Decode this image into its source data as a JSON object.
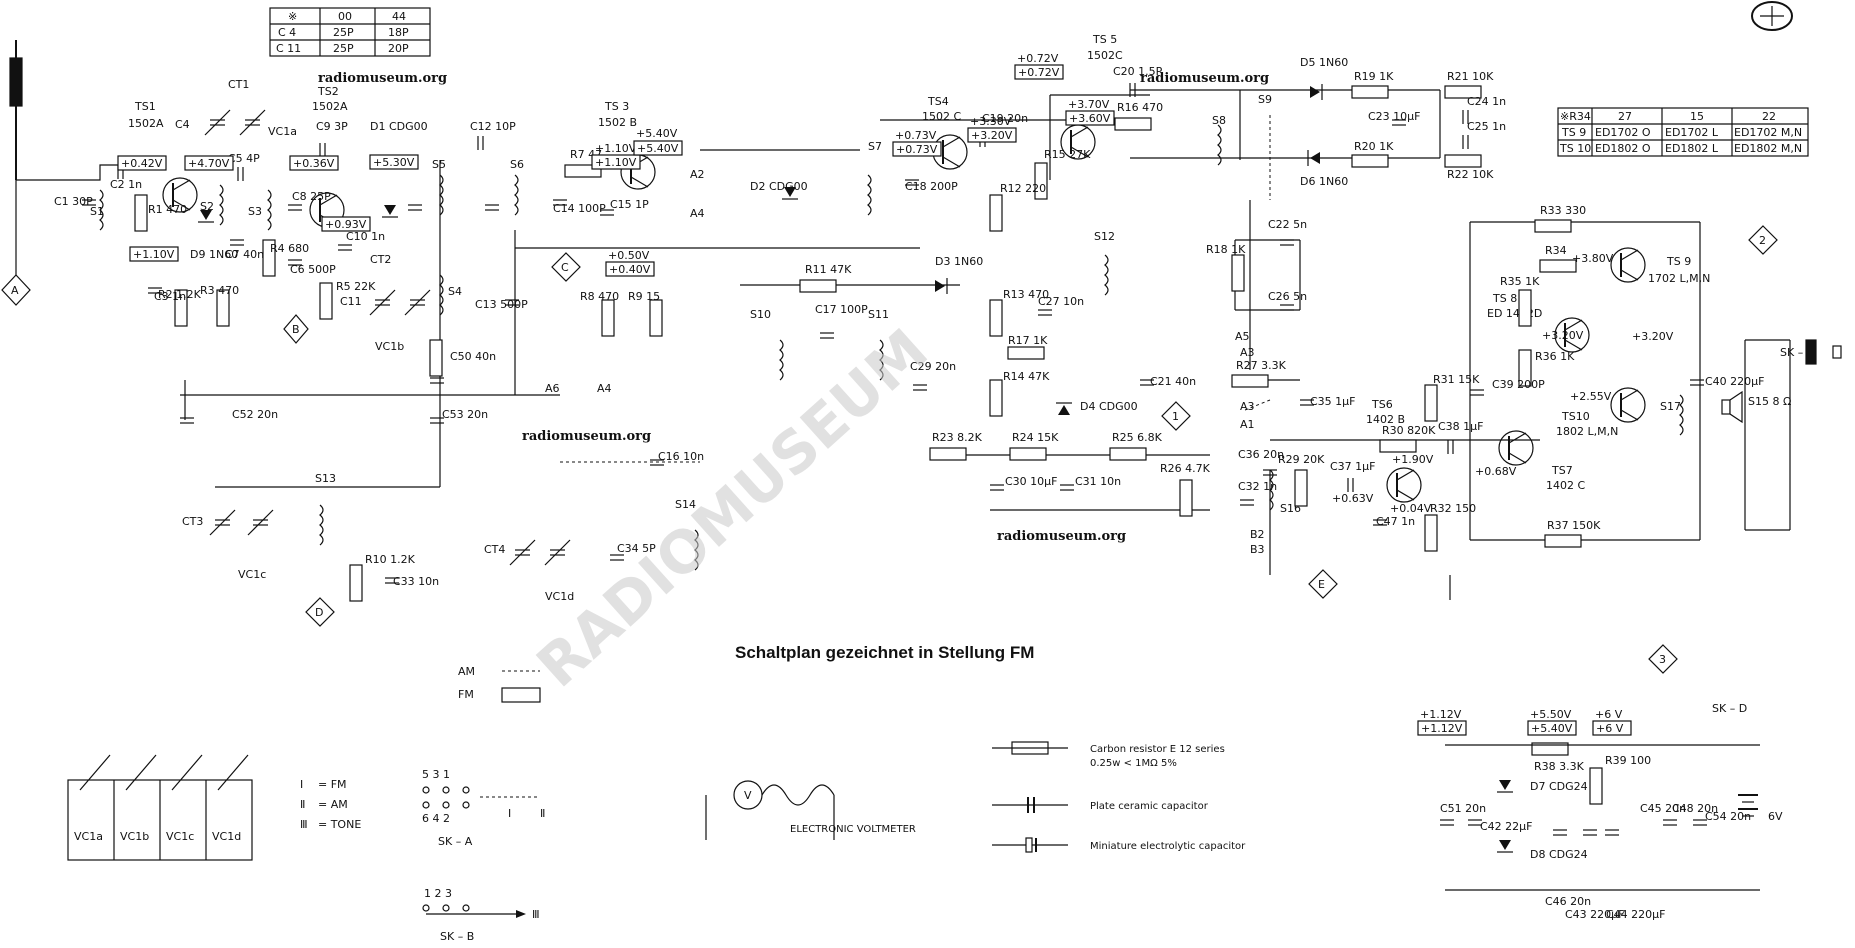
{
  "title": "Schaltplan gezeichnet in Stellung FM",
  "watermark": "radiomuseum.org",
  "watermark_big": "RADIOMUSEUM",
  "transistors": {
    "ts1": {
      "name": "TS1",
      "type": "1502A"
    },
    "ts2": {
      "name": "TS2",
      "type": "1502A"
    },
    "ts3": {
      "name": "TS 3",
      "type": "1502 B"
    },
    "ts4": {
      "name": "TS4",
      "type": "1502 C"
    },
    "ts5": {
      "name": "TS 5",
      "type": "1502C"
    },
    "ts6": {
      "name": "TS6",
      "type": "1402 B"
    },
    "ts7": {
      "name": "TS7",
      "type": "1402 C"
    },
    "ts8": {
      "name": "TS 8",
      "type": "ED 1402D"
    },
    "ts9": {
      "name": "TS 9",
      "type": "1702 L,M,N"
    },
    "ts10": {
      "name": "TS10",
      "type": "1802 L,M,N"
    }
  },
  "tables": {
    "cap_table": {
      "header": [
        "※",
        "00",
        "44"
      ],
      "rows": [
        [
          "C 4",
          "25P",
          "18P"
        ],
        [
          "C 11",
          "25P",
          "20P"
        ]
      ]
    },
    "r34_table": {
      "header": [
        "※R34",
        "27",
        "15",
        "22"
      ],
      "rows": [
        [
          "TS 9",
          "ED1702 O",
          "ED1702 L",
          "ED1702 M,N"
        ],
        [
          "TS 10",
          "ED1802 O",
          "ED1802 L",
          "ED1802 M,N"
        ]
      ]
    }
  },
  "voltages": [
    "+0.42V",
    "+4.70V",
    "+0.36V",
    "+0.93V",
    "+1.10V",
    "+5.30V",
    "+1.10V",
    "+1.10V",
    "+5.40V",
    "+5.40V",
    "+0.50V",
    "+0.40V",
    "+0.73V",
    "+0.73V",
    "+3.30V",
    "+3.20V",
    "+0.72V",
    "+0.72V",
    "+3.70V",
    "+3.60V",
    "+3.80V",
    "+3.20V",
    "+3.20V",
    "+2.55V",
    "+0.68V",
    "+1.90V",
    "+0.04V",
    "+0.63V",
    "+1.12V",
    "+1.12V",
    "+5.50V",
    "+5.40V",
    "+6 V",
    "+6 V"
  ],
  "components": {
    "c1": "C1 30P",
    "c2": "C2 1n",
    "r1": "R1 470",
    "c3": "C3 1n",
    "r2": "R2 1.2K",
    "d9": "D9 1N60",
    "c4": "C4",
    "ct1": "CT1",
    "vc1a": "VC1a",
    "c5": "C5 4P",
    "c7": "C7 40n",
    "r4": "R4 680",
    "c6": "C6 500P",
    "c8": "C8 25P",
    "c9": "C9 3P",
    "c10": "C10 1n",
    "c11": "C11",
    "r5": "R5 22K",
    "r3": "R3 470",
    "d1": "D1 CDG00",
    "c12": "C12 10P",
    "ct2": "CT2",
    "vc1b": "VC1b",
    "c50": "C50 40n",
    "c52": "C52 20n",
    "c53": "C53 20n",
    "c13": "C13 500P",
    "c14": "C14 100P",
    "c15": "C15 1P",
    "r7": "R7 47",
    "r8": "R8 470",
    "r9": "R9 15",
    "c16": "C16 10n",
    "d2": "D2 CDG00",
    "c18": "C18 200P",
    "r11": "R11 47K",
    "c17": "C17 100P",
    "c29": "C29 20n",
    "d3": "D3 1N60",
    "r12": "R12 220",
    "r13": "R13 470",
    "c27": "C27 10n",
    "r17": "R17 1K",
    "r14": "R14 47K",
    "r23": "R23 8.2K",
    "r24": "R24 15K",
    "r25": "R25 6.8K",
    "c30": "C30 10µF",
    "c31": "C31 10n",
    "d4": "D4 CDG00",
    "c19": "C19 20n",
    "r15": "R15 27K",
    "r16": "R16 470",
    "c20": "C20 1.5P",
    "c21": "C21 40n",
    "d5": "D5 1N60",
    "d6": "D6 1N60",
    "r19": "R19 1K",
    "r20": "R20 1K",
    "r21": "R21 10K",
    "r22": "R22 10K",
    "c23": "C23 10µF",
    "c24": "C24 1n",
    "c25": "C25 1n",
    "c22": "C22 5n",
    "c26": "C26 5n",
    "r18": "R18 1K",
    "r27": "R27 3.3K",
    "c35": "C35 1µF",
    "r26": "R26 4.7K",
    "c36": "C36 20n",
    "c32": "C32 1n",
    "r29": "R29 20K",
    "c37": "C37 1µF",
    "c47": "C47 1n",
    "r30": "R30 820K",
    "r31": "R31 15K",
    "r32": "R32 150",
    "c38": "C38 1µF",
    "c39": "C39 200P",
    "r33": "R33 330",
    "r34": "R34",
    "r35": "R35 1K",
    "r36": "R36 1K",
    "r37": "R37 150K",
    "c40": "C40 220µF",
    "s15": "S15 8 Ω",
    "s17": "S17",
    "c33": "C33 10n",
    "r10": "R10 1.2K",
    "c34": "C34 5P",
    "ct3": "CT3",
    "vc1c": "VC1c",
    "ct4": "CT4",
    "vc1d": "VC1d",
    "c51": "C51 20n",
    "c42": "C42 22µF",
    "d7": "D7 CDG24",
    "d8": "D8 CDG24",
    "r38": "R38 3.3K",
    "r39": "R39 100",
    "c45": "C45 20n",
    "c48": "C48 20n",
    "c54": "C54 20n",
    "c46": "C46 20n",
    "c43": "C43 220µF",
    "c44": "C44 220µF",
    "batt": "6V"
  },
  "coils": [
    "S1",
    "S2",
    "S3",
    "S4",
    "S5",
    "S6",
    "S7",
    "S8",
    "S9",
    "S10",
    "S11",
    "S12",
    "S13",
    "S14",
    "S16"
  ],
  "switch_labels": {
    "ska": "SK – A",
    "skb": "SK – B",
    "skc": "SK – C",
    "skd": "SK – D",
    "a1": "A1",
    "a2": "A2",
    "a3": "A3",
    "a4": "A4",
    "a5": "A5",
    "a6": "A6",
    "b2": "B2",
    "b3": "B3"
  },
  "connectors": [
    "A",
    "B",
    "C",
    "D",
    "E",
    "1",
    "2",
    "3"
  ],
  "legend": {
    "am": "AM",
    "fm": "FM",
    "mode_i": "= FM",
    "mode_ii": "= AM",
    "mode_iii": "= TONE",
    "ska_pins_top": "5   3      1",
    "ska_pins_bot": "6   4      2",
    "skb_pins": "1   2    3",
    "voltmeter": "ELECTRONIC VOLTMETER",
    "resistor": "Carbon resistor E 12 series",
    "resistor2": "0.25w < 1MΩ  5%",
    "ceramic": "Plate ceramic capacitor",
    "electrolytic": "Miniature electrolytic capacitor",
    "gang": [
      "VC1a",
      "VC1b",
      "VC1c",
      "VC1d"
    ]
  }
}
